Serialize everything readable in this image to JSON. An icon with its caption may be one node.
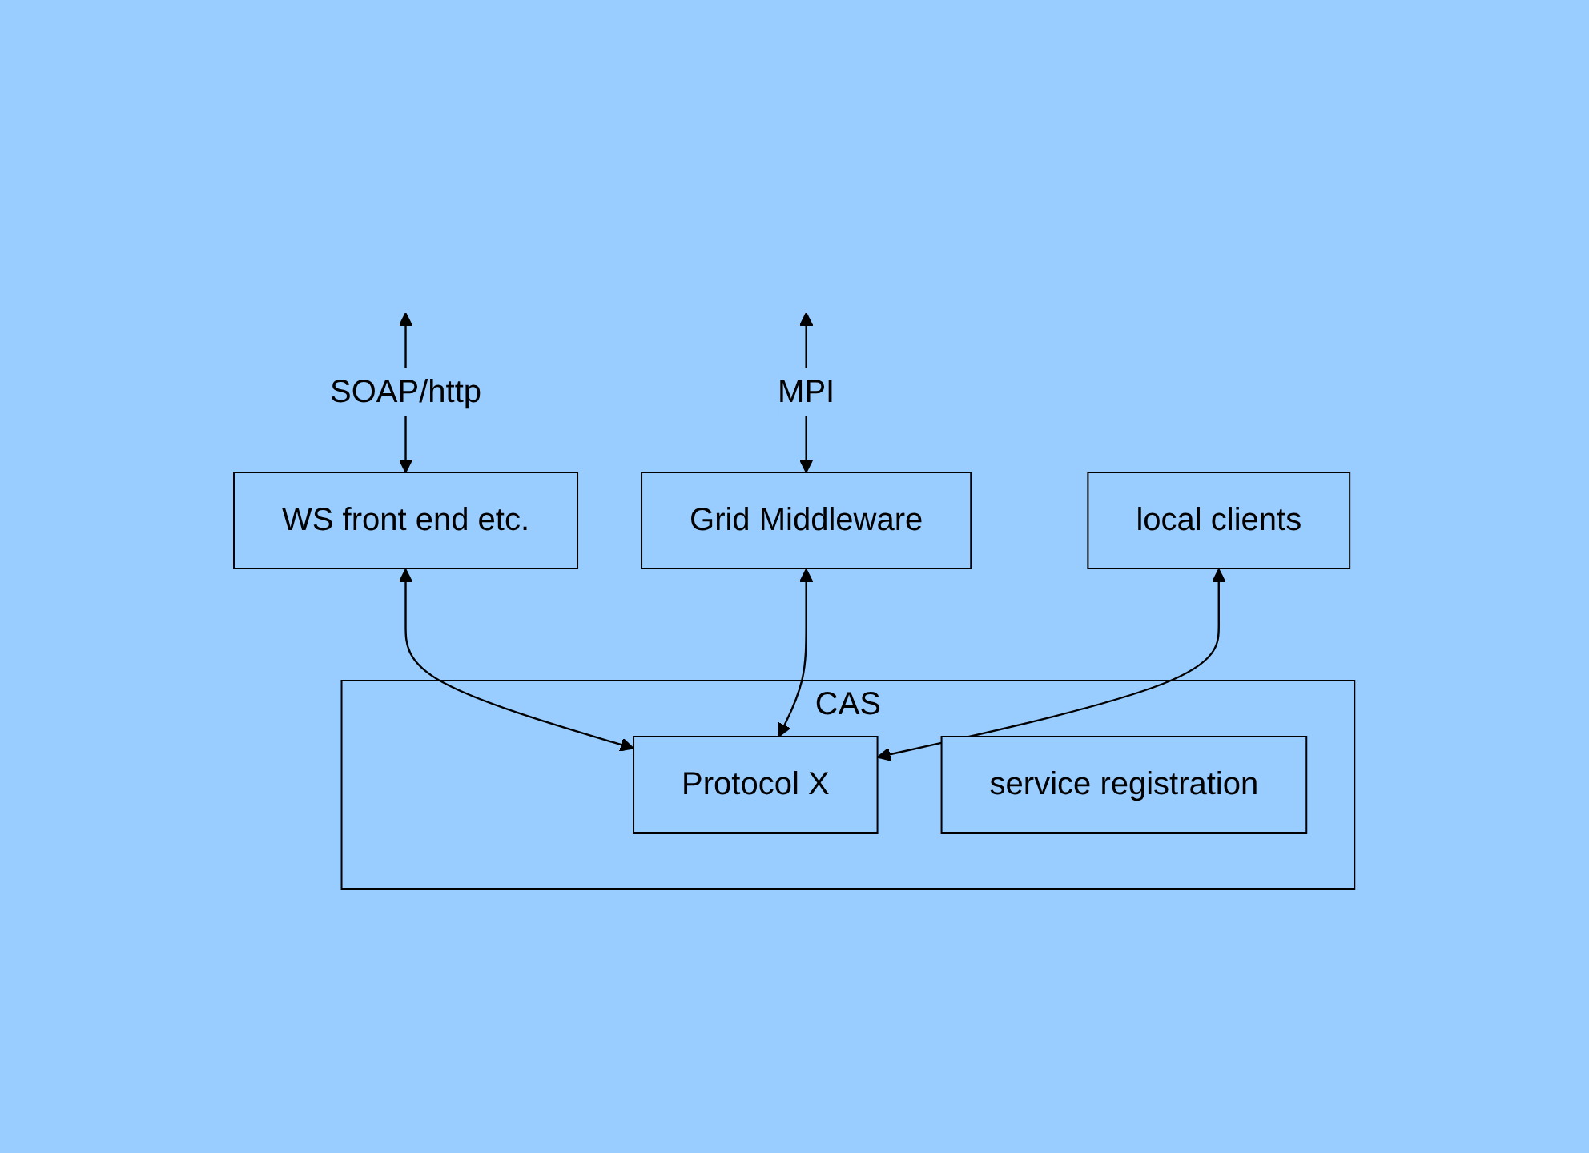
{
  "diagram": {
    "nodes": [
      {
        "text": [
          "CAS"
        ]
      },
      {
        "text": [
          "WS front end etc."
        ]
      },
      {
        "text": [
          "service registration"
        ],
        "in": 0
      },
      {
        "text": [
          "Protocol X"
        ],
        "in": 0
      },
      {
        "text": [
          "Grid Middleware"
        ]
      },
      {
        "text": [
          "local clients"
        ]
      }
    ],
    "edges": [
      {
        "from": null,
        "to": 1,
        "arrow": "both",
        "label": "SOAP/http"
      },
      {
        "from": null,
        "to": 4,
        "arrow": "both",
        "label": "MPI"
      },
      {
        "from": 1,
        "to": 3,
        "arrow": "both"
      },
      {
        "from": 4,
        "to": 3,
        "arrow": "both"
      },
      {
        "from": 5,
        "to": 3,
        "arrow": "both"
      }
    ]
  }
}
